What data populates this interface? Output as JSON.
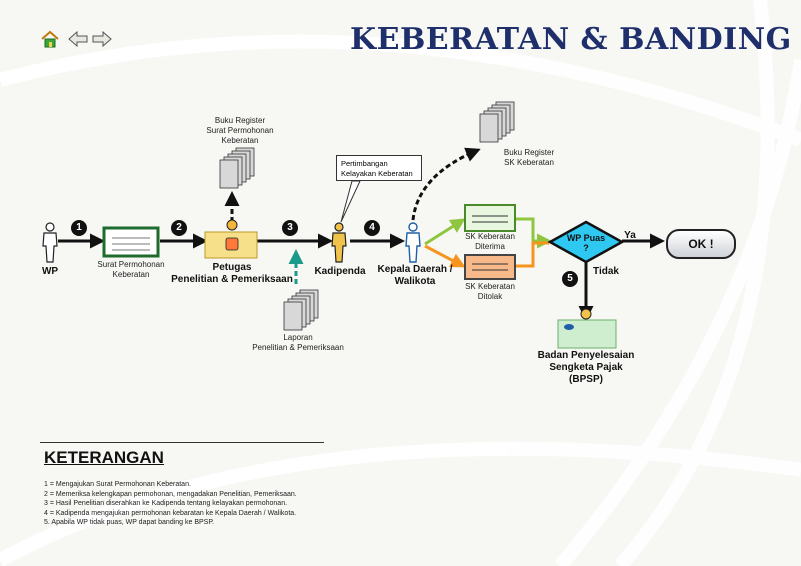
{
  "header": {
    "title": "KEBERATAN & BANDING",
    "nav": {
      "home_icon": "home-icon",
      "back_icon": "arrow-left-icon",
      "forward_icon": "arrow-right-icon"
    }
  },
  "flow": {
    "steps": [
      "1",
      "2",
      "3",
      "4",
      "5"
    ],
    "actors": {
      "wp": "WP",
      "petugas": [
        "Petugas",
        "Penelitian & Pemeriksaan"
      ],
      "kadipenda": "Kadipenda",
      "kepala": [
        "Kepala Daerah /",
        "Walikota"
      ],
      "bpsp": [
        "Badan Penyelesaian",
        "Sengketa Pajak",
        "(BPSP)"
      ]
    },
    "documents": {
      "surat": [
        "Surat Permohonan",
        "Keberatan"
      ],
      "buku_register_surat": [
        "Buku Register",
        "Surat Permohonan",
        "Keberatan"
      ],
      "laporan": [
        "Laporan",
        "Penelitian & Pemeriksaan"
      ],
      "buku_register_sk": [
        "Buku Register",
        "SK Keberatan"
      ],
      "sk_diterima": [
        "SK Keberatan",
        "Diterima"
      ],
      "sk_ditolak": [
        "SK Keberatan",
        "Ditolak"
      ]
    },
    "callout": [
      "Pertimbangan",
      "Kelayakan Keberatan"
    ],
    "decision": {
      "question": [
        "WP Puas",
        "?"
      ],
      "yes": "Ya",
      "no": "Tidak",
      "ok": "OK !"
    }
  },
  "keterangan": {
    "title": "KETERANGAN",
    "items": [
      "1 = Mengajukan Surat Permohonan Keberatan.",
      "2 = Memeriksa kelengkapan permohonan, mengadakan Penelitian, Pemeriksaan.",
      "3 = Hasil Penelitian diserahkan ke Kadipenda tentang kelayakan permohonan.",
      "4 = Kadipenda mengajukan permohonan kebaratan ke Kepala Daerah / Walikota.",
      "5. Apabila WP tidak puas, WP dapat banding ke BPSP."
    ]
  },
  "colors": {
    "title": "#1f2f6b",
    "accent_green": "#8ec63f",
    "accent_orange": "#f7941d",
    "decision": "#2ec8f0",
    "teal": "#1a9a8a"
  }
}
